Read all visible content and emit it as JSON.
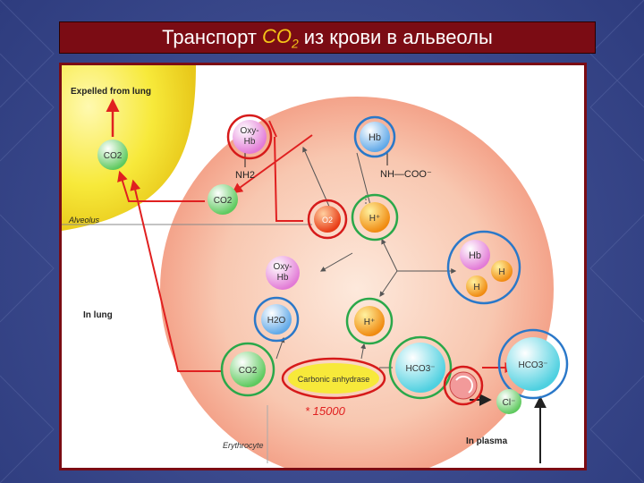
{
  "title": {
    "prefix": "Транспорт",
    "co2_main": "CO",
    "co2_sub": "2",
    "suffix": "из крови в альвеолы"
  },
  "labels": {
    "expelled": "Expelled from lung",
    "alveolus": "Alveolus",
    "in_lung": "In lung",
    "erythrocyte": "Erythrocyte",
    "in_plasma": "In plasma",
    "multiplier": "* 15000"
  },
  "molecules": {
    "co2_alveolus": "CO2",
    "oxyhb_top": "Oxy-\nHb",
    "hb_top": "Hb",
    "nh2": "NH2",
    "nh_coo": "NH—COO⁻",
    "co2_mid": "CO2",
    "o2": "O2",
    "h_plus_top": "H⁺",
    "hb_h_h": "Hb",
    "h1": "H",
    "h2": "H",
    "oxyhb_mid": "Oxy-\nHb",
    "h2o": "H2O",
    "h_plus_low": "H⁺",
    "hco3_in": "HCO3⁻",
    "hco3_out": "HCO3⁻",
    "co2_low": "CO2",
    "enzyme": "Carbonic anhydrase",
    "cl": "Cl⁻"
  },
  "colors": {
    "title_bg": "#7b0c14",
    "title_accent": "#f5c518",
    "arrow_red": "#e02020",
    "ring_red": "#d61a1a",
    "ring_blue": "#2a78c9",
    "ring_green": "#2aa84a",
    "alveolus_yellow": "#f7e93a",
    "cell_pink": "#f4a38a"
  }
}
